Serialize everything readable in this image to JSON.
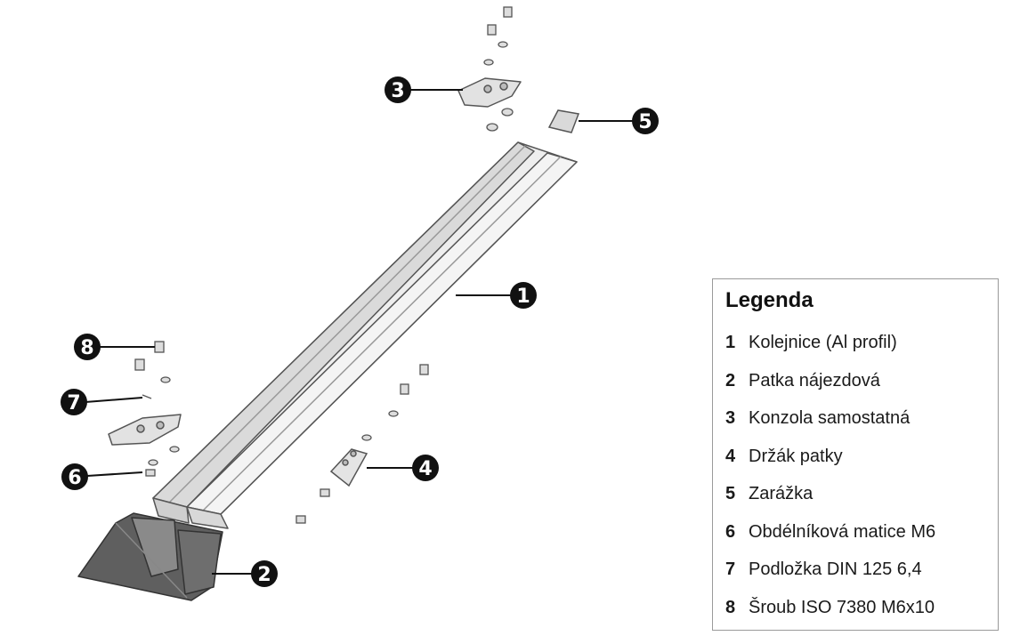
{
  "legend": {
    "title": "Legenda",
    "items": [
      {
        "num": "1",
        "text": "Kolejnice (Al profil)"
      },
      {
        "num": "2",
        "text": "Patka nájezdová"
      },
      {
        "num": "3",
        "text": "Konzola samostatná"
      },
      {
        "num": "4",
        "text": "Držák patky"
      },
      {
        "num": "5",
        "text": "Zarážka"
      },
      {
        "num": "6",
        "text": "Obdélníková matice M6"
      },
      {
        "num": "7",
        "text": "Podložka DIN 125 6,4"
      },
      {
        "num": "8",
        "text": "Šroub ISO 7380 M6x10"
      }
    ]
  },
  "callouts": [
    "1",
    "2",
    "3",
    "4",
    "5",
    "6",
    "7",
    "8"
  ],
  "colors": {
    "callout": "#111111",
    "line": "#111111",
    "part_stroke": "#555555",
    "part_fill": "#e6e6e6",
    "foot_fill": "#5a5a5a"
  }
}
